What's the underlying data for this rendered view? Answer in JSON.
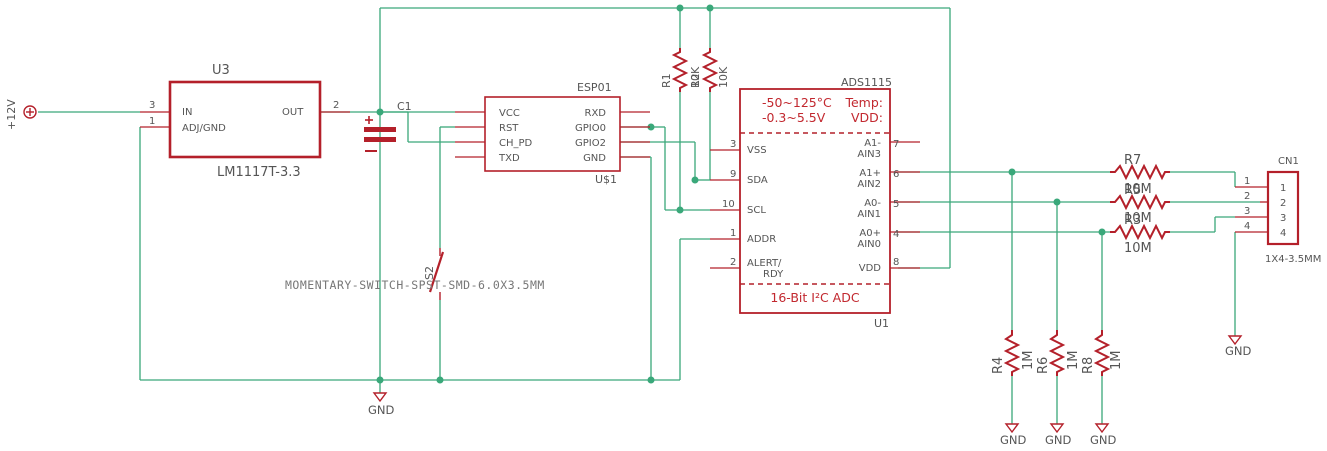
{
  "power": {
    "supply": "+12V"
  },
  "regulator": {
    "ref": "U3",
    "value": "LM1117T-3.3",
    "pins": {
      "in": "IN",
      "adj": "ADJ/GND",
      "out": "OUT"
    },
    "pin_nums": {
      "in": "3",
      "adj": "1",
      "out": "2"
    }
  },
  "capacitor": {
    "ref": "C1"
  },
  "esp": {
    "ref": "U$1",
    "value": "ESP01",
    "left_pins": [
      "VCC",
      "RST",
      "CH_PD",
      "TXD"
    ],
    "right_pins": [
      "RXD",
      "GPIO0",
      "GPIO2",
      "GND"
    ]
  },
  "switch": {
    "ref": "S2",
    "value": "MOMENTARY-SWITCH-SPST-SMD-6.0X3.5MM"
  },
  "pullups": [
    {
      "ref": "R1",
      "value": "10K"
    },
    {
      "ref": "R2",
      "value": "10K"
    }
  ],
  "adc": {
    "ref": "U1",
    "value": "ADS1115",
    "range_temp": "-50~125°C",
    "range_volt": "-0.3~5.5V",
    "label_temp": "Temp:",
    "label_vdd": "VDD:",
    "footer": "16-Bit I²C ADC",
    "left_pins": [
      {
        "num": "3",
        "name": "VSS"
      },
      {
        "num": "9",
        "name": "SDA"
      },
      {
        "num": "10",
        "name": "SCL"
      },
      {
        "num": "1",
        "name": "ADDR"
      },
      {
        "num": "2",
        "name": "ALERT/",
        "name2": "RDY"
      }
    ],
    "right_pins": [
      {
        "num": "7",
        "name": "A1-",
        "name2": "AIN3"
      },
      {
        "num": "6",
        "name": "A1+",
        "name2": "AIN2"
      },
      {
        "num": "5",
        "name": "A0-",
        "name2": "AIN1"
      },
      {
        "num": "4",
        "name": "A0+",
        "name2": "AIN0"
      },
      {
        "num": "8",
        "name": "VDD"
      }
    ]
  },
  "series_resistors": [
    {
      "ref": "R7",
      "value": "10M"
    },
    {
      "ref": "R5",
      "value": "10M"
    },
    {
      "ref": "R3",
      "value": "10M"
    }
  ],
  "divider_resistors": [
    {
      "ref": "R4",
      "value": "1M"
    },
    {
      "ref": "R6",
      "value": "1M"
    },
    {
      "ref": "R8",
      "value": "1M"
    }
  ],
  "connector": {
    "ref": "CN1",
    "value": "1X4-3.5MM",
    "pins": [
      "1",
      "2",
      "3",
      "4"
    ]
  },
  "ground_label": "GND"
}
